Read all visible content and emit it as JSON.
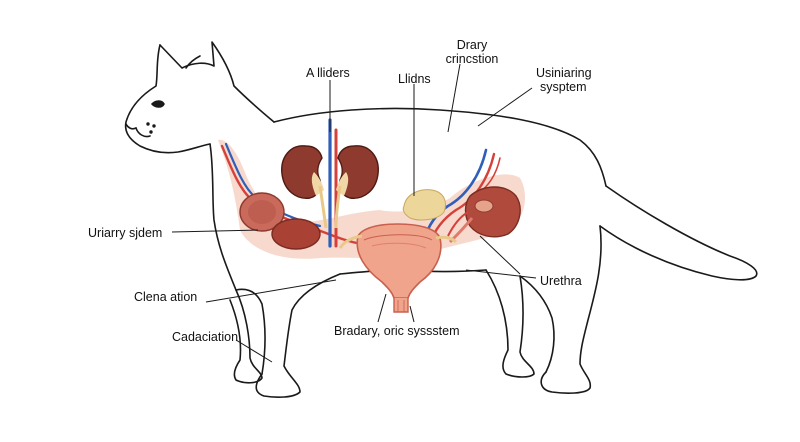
{
  "diagram": {
    "labels": {
      "allliders": "A lliders",
      "lidns": "Llidns",
      "drary_1": "Drary",
      "drary_2": "crincstion",
      "usiniaring_1": "Usiniaring",
      "usiniaring_2": "sysptem",
      "uriarry": "Uriarry sjdem",
      "clena": "Clena ation",
      "cadaciation": "Cadaciation",
      "bradary": "Bradary, oric syssstem",
      "urethra": "Urethra"
    },
    "colors": {
      "outline": "#1a1a1a",
      "kidney": "#8f3a2e",
      "kidney_inner": "#f2d7a6",
      "artery": "#d6403a",
      "vein": "#2f5fb8",
      "bladder": "#f0a48c",
      "bladder_dark": "#c9604e",
      "shadow": "#f6d2c6",
      "sac": "#edd69a"
    }
  }
}
